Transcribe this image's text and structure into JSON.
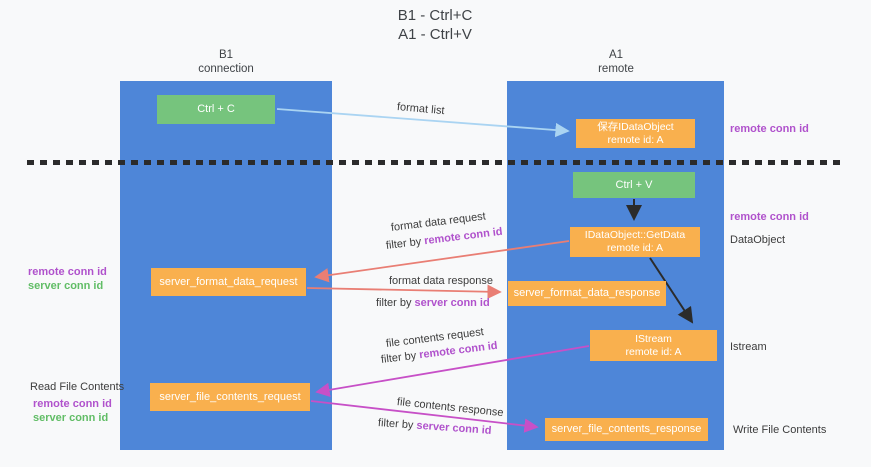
{
  "title": {
    "line1": "B1 - Ctrl+C",
    "line2": "A1 - Ctrl+V"
  },
  "columns": {
    "left": {
      "header_line1": "B1",
      "header_line2": "connection"
    },
    "right": {
      "header_line1": "A1",
      "header_line2": "remote"
    }
  },
  "boxes": {
    "ctrl_c": {
      "label": "Ctrl + C"
    },
    "save_idataobject": {
      "line1": "保存IDataObject",
      "line2": "remote id: A"
    },
    "ctrl_v": {
      "label": "Ctrl + V"
    },
    "getdata": {
      "line1": "IDataObject::GetData",
      "line2": "remote id: A"
    },
    "format_request": {
      "label": "server_format_data_request"
    },
    "format_response": {
      "label": "server_format_data_response"
    },
    "istream": {
      "line1": "IStream",
      "line2": "remote id: A"
    },
    "file_request": {
      "label": "server_file_contents_request"
    },
    "file_response": {
      "label": "server_file_contents_response"
    }
  },
  "annotations": {
    "format_list": "format list",
    "format_data_request": "format data request",
    "format_data_response": "format data response",
    "file_contents_request": "file contents request",
    "file_contents_response": "file contents response",
    "filter_by": "filter by",
    "remote_conn_id": "remote conn id",
    "server_conn_id": "server conn id"
  },
  "side_labels": {
    "right_remote_conn_1": "remote conn id",
    "right_remote_conn_2": "remote conn id",
    "dataobject": "DataObject",
    "istream": "Istream",
    "write_file_contents": "Write File Contents",
    "left_remote_conn_1": "remote conn id",
    "left_server_conn_1": "server conn id",
    "read_file_contents": "Read File Contents",
    "left_remote_conn_2": "remote conn id",
    "left_server_conn_2": "server conn id"
  },
  "colors": {
    "background": "#f8f9fa",
    "column_blue": "#4e86d8",
    "box_green": "#76c47d",
    "box_orange": "#f9b04e",
    "arrow_light_blue": "#aad4f2",
    "arrow_black": "#2b2b2b",
    "arrow_salmon": "#e97e74",
    "arrow_magenta": "#c750c7",
    "text_purple": "#b052cc",
    "text_green": "#61bd66"
  }
}
